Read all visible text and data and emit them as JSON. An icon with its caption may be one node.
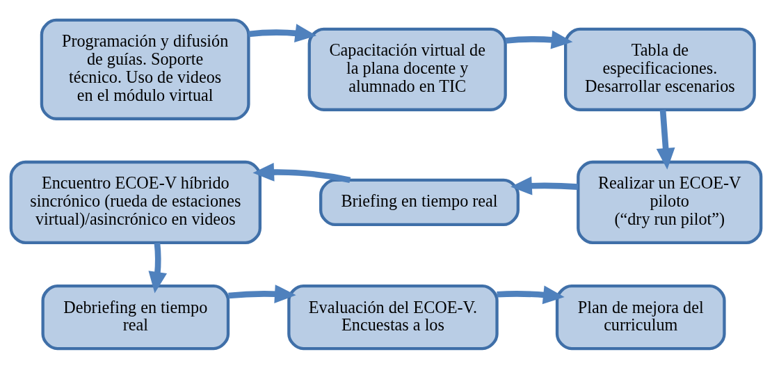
{
  "diagram": {
    "nodes": [
      {
        "text": [
          "Programación y difusión de guías. Soporte técnico. Uso de videos en el módulo virtual"
        ]
      },
      {
        "text": [
          "Capacitación virtual de la plana docente y alumnado en TIC"
        ]
      },
      {
        "text": [
          "Tabla de especificaciones. Desarrollar escenarios"
        ]
      },
      {
        "text": [
          "Realizar un ECOE-V piloto",
          "(“dry run pilot”)"
        ]
      },
      {
        "text": [
          "Briefing en tiempo real"
        ]
      },
      {
        "text": [
          "Encuentro ECOE-V híbrido sincrónico (rueda de estaciones virtual)/asincrónico en videos"
        ]
      },
      {
        "text": [
          "Debriefing en tiempo real"
        ]
      },
      {
        "text": [
          "Evaluación del ECOE-V. Encuestas a los"
        ]
      },
      {
        "text": [
          "Plan de mejora del curriculum"
        ]
      }
    ],
    "edges": [
      {
        "from": 0,
        "to": 1,
        "arrow": "to"
      },
      {
        "from": 1,
        "to": 2,
        "arrow": "to"
      },
      {
        "from": 2,
        "to": 3,
        "arrow": "to"
      },
      {
        "from": 3,
        "to": 4,
        "arrow": "to"
      },
      {
        "from": 4,
        "to": 5,
        "arrow": "to"
      },
      {
        "from": 5,
        "to": 6,
        "arrow": "to"
      },
      {
        "from": 6,
        "to": 7,
        "arrow": "to"
      },
      {
        "from": 7,
        "to": 8,
        "arrow": "to"
      }
    ]
  }
}
